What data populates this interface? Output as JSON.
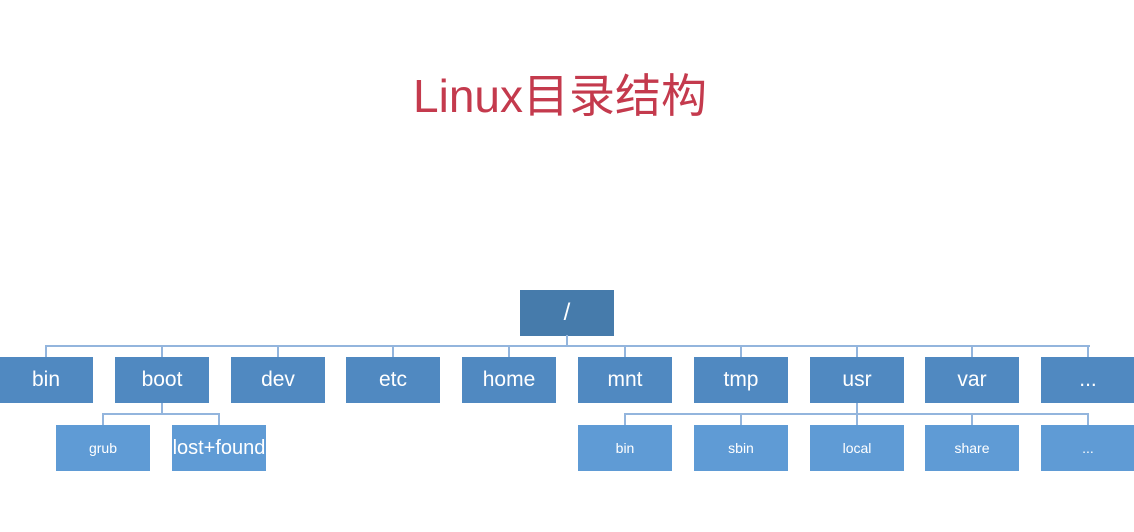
{
  "title": "Linux目录结构",
  "root": "/",
  "level1": [
    "bin",
    "boot",
    "dev",
    "etc",
    "home",
    "mnt",
    "tmp",
    "usr",
    "var",
    "..."
  ],
  "boot_children": [
    "grub",
    "lost+found"
  ],
  "usr_children": [
    "bin",
    "sbin",
    "local",
    "share",
    "..."
  ],
  "colors": {
    "title": "#c43a4d",
    "root": "#467bab",
    "level1": "#5089c1",
    "level2": "#5f9bd5",
    "connector": "#93b5dd"
  }
}
